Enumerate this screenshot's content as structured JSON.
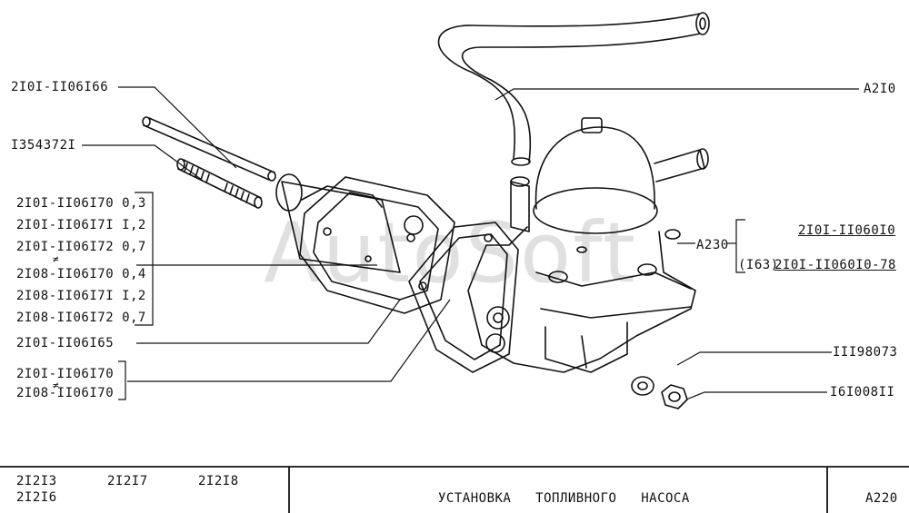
{
  "watermark": "AutoSoft",
  "parts_left": [
    "2I0I-II06I66",
    "I354372I",
    "2I0I-II06I70 0,3",
    "2I0I-II06I7I I,2",
    "2I0I-II06I72 0,7",
    "2I08-II06I70 0,4",
    "2I08-II06I7I I,2",
    "2I08-II06I72 0,7",
    "2I0I-II06I65",
    "2I0I-II06I70",
    "2I08-II06I70"
  ],
  "ne_marks": [
    "≠",
    "≠"
  ],
  "parts_right": {
    "hose": "A2I0",
    "pump": "A230",
    "pump_alt_1": "2I0I-II060I0",
    "pump_alt_2_prefix": "(I63)",
    "pump_alt_2": "2I0I-II060I0-78",
    "washer": "III98073",
    "nut": "I6I008II"
  },
  "title_block": {
    "models": [
      "2I2I3",
      "2I2I7",
      "2I2I8",
      "2I2I6"
    ],
    "title": "УСТАНОВКА   ТОПЛИВНОГО   НАСОСА",
    "code": "A220"
  },
  "colors": {
    "ink": "#111111",
    "background": "#ffffff"
  }
}
